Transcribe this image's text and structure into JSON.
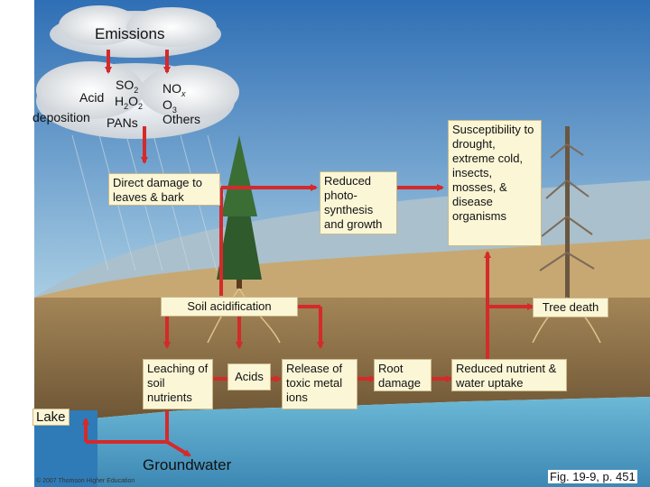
{
  "clouds": {
    "emissions": "Emissions",
    "acid": "Acid",
    "deposition": "deposition",
    "so2": "SO",
    "h2o2_h": "H",
    "h2o2_o": "O",
    "pans": "PANs",
    "nox": "NO",
    "nox_sub": "x",
    "o3": "O",
    "others": "Others",
    "sub2": "2",
    "sub3": "3"
  },
  "boxes": {
    "direct_damage": "Direct damage to leaves & bark",
    "reduced_photo": "Reduced photo-synthesis and growth",
    "susceptibility": "Susceptibility to drought, extreme cold, insects, mosses, & disease organisms",
    "soil_acidification": "Soil acidification",
    "tree_death": "Tree death",
    "leaching": "Leaching of soil nutrients",
    "acids": "Acids",
    "release": "Release of toxic metal ions",
    "root_damage": "Root damage",
    "reduced_nutrient": "Reduced nutrient & water uptake"
  },
  "labels": {
    "lake": "Lake",
    "groundwater": "Groundwater",
    "fig": "Fig. 19-9, p. 451",
    "copyright": "© 2007 Thomson Higher Education"
  },
  "colors": {
    "arrow": "#d42a2a",
    "box_fill": "#fbf6d6",
    "sky": "#3e7dbf",
    "water": "#5aa6c9",
    "soil": "#8a6d45"
  }
}
